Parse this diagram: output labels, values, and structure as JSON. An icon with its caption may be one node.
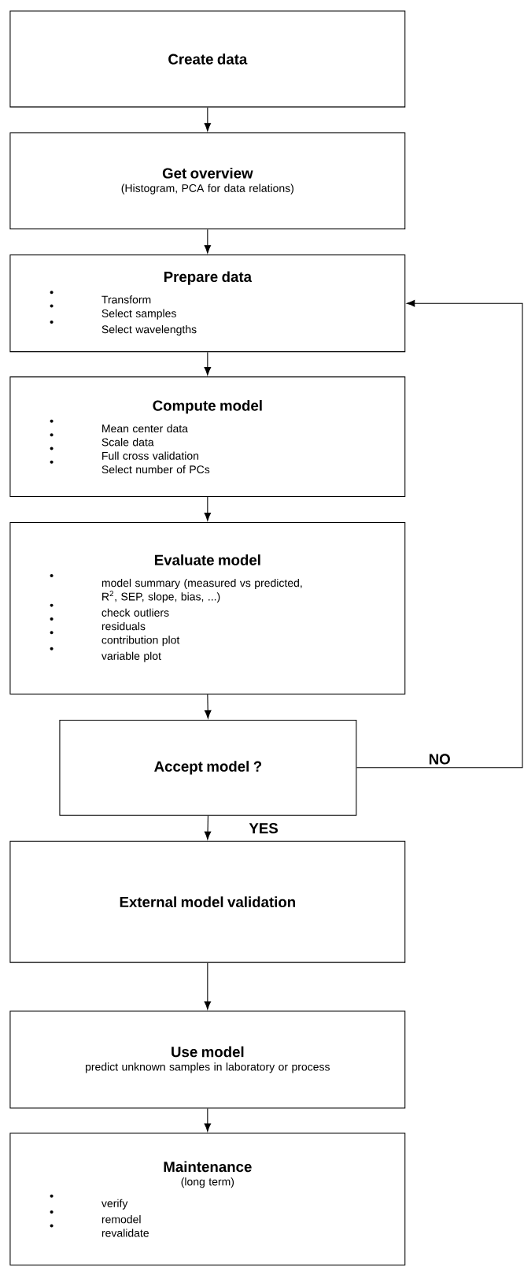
{
  "diagram": {
    "nodes": [
      {
        "text": [
          "Create data"
        ]
      },
      {
        "text": [
          "Get overview",
          "(Histogram, PCA for data relations)"
        ]
      },
      {
        "text": [
          "Prepare data",
          "Transform",
          "Select samples",
          "Select wavelengths"
        ]
      },
      {
        "text": [
          "Compute model",
          "Mean center data",
          "Scale data",
          "Full cross validation",
          "Select number of PCs"
        ]
      },
      {
        "text": [
          "Evaluate model",
          "model summary (measured vs predicted, R$^{2}$, SEP, slope, bias, ...)",
          "check outliers",
          "residuals",
          "contribution plot",
          "variable plot"
        ]
      },
      {
        "text": [
          "Accept model ?"
        ]
      },
      {
        "text": [
          "External model validation"
        ]
      },
      {
        "text": [
          "Use model",
          "predict unknown samples in laboratory or process"
        ]
      },
      {
        "text": [
          "Maintenance",
          "(long term)",
          "verify",
          "remodel",
          "revalidate"
        ]
      }
    ],
    "edges": [
      {
        "from": 0,
        "to": 1,
        "arrow": "to"
      },
      {
        "from": 1,
        "to": 2,
        "arrow": "to"
      },
      {
        "from": 2,
        "to": 3,
        "arrow": "to"
      },
      {
        "from": 3,
        "to": 4,
        "arrow": "to"
      },
      {
        "from": 4,
        "to": 5,
        "arrow": "to"
      },
      {
        "from": 5,
        "to": 6,
        "arrow": "to",
        "label": "YES"
      },
      {
        "from": 5,
        "to": 2,
        "arrow": "to",
        "label": "NO"
      },
      {
        "from": 6,
        "to": 7,
        "arrow": "to"
      },
      {
        "from": 7,
        "to": 8,
        "arrow": "to"
      }
    ]
  }
}
